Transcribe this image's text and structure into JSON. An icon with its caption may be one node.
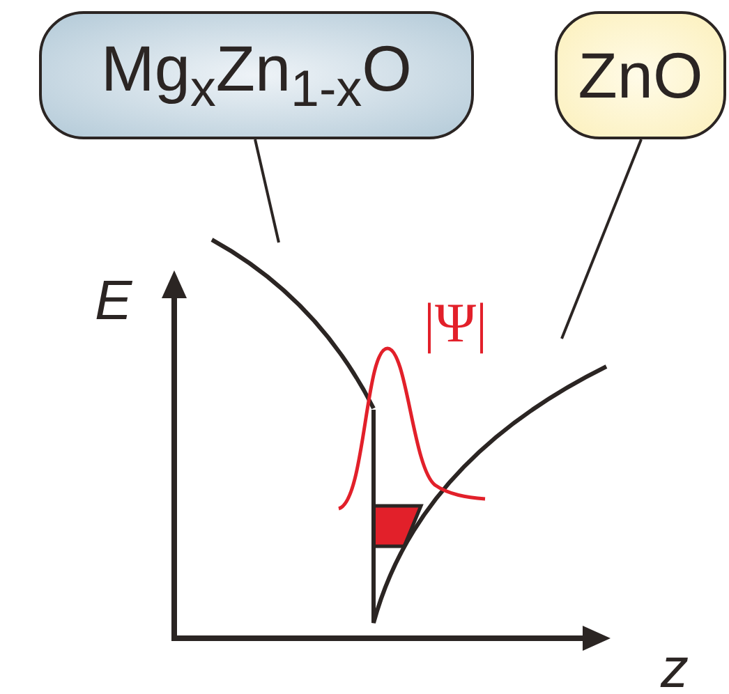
{
  "diagram": {
    "nodes": [
      {
        "text": [
          "Mg$_{x}$Zn$_{1-x}$O"
        ]
      },
      {
        "text": [
          "ZnO"
        ]
      },
      {
        "text": [],
        "shape": "curve"
      },
      {
        "text": [],
        "shape": "curve"
      }
    ],
    "edges": [
      {
        "from": 0,
        "to": 2,
        "arrow": "none"
      },
      {
        "from": 1,
        "to": 3,
        "arrow": "none"
      }
    ],
    "labels": [
      "E",
      "|Ψ|",
      "z"
    ]
  }
}
